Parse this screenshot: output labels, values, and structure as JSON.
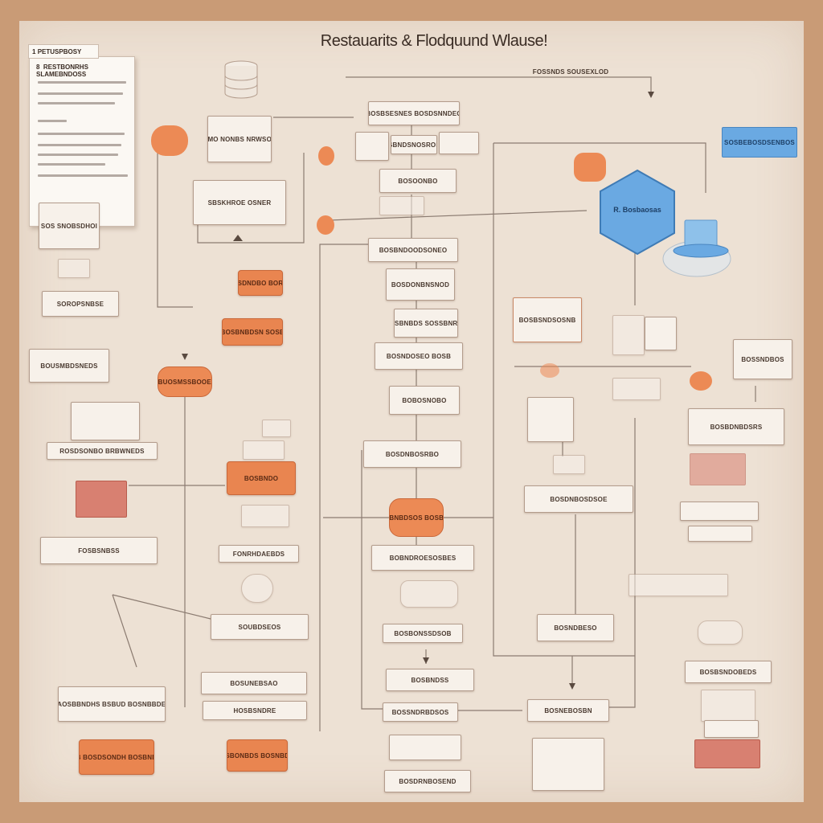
{
  "title": "Restauarits & Flodquund Wlause!",
  "legend": {
    "tab_number": "1",
    "tab_label": "PETUSPBOSY",
    "heading_number": "8",
    "heading_label": "RESTBONRHS SLAMEBNDOSS"
  },
  "nodes": {
    "top_header": "FOSSNDS SOUSEXLOD",
    "n1": "BMO NONBS NRWSOS",
    "n2": "SBSKHROE OSNER",
    "n3": "SOS SNOBSDHOI",
    "n4": "BOSDNDBO BOROD",
    "n5": "SOROPSNBSE",
    "n6": "BOSBNBDSN SOSE",
    "n7": "BOUSMBDSNEDS",
    "n8": "SBUOSMSSBOOER",
    "n9": "ROSDSONBO BRBWNEDS",
    "n10": "BOSBNDO",
    "n11": "FOSBSNBSS",
    "n12": "FONRHDAEBDS",
    "n13": "SOUBDSEOS",
    "n14": "BOSUNEBSAO",
    "n15": "SAOSBBNDHS BSBUD BOSNBBDER",
    "n16": "HOSBSNDRE",
    "n17": "BOSB BOSDSONDH BOSBNDSOB",
    "n18": "BOSBONBDS BOSNBDSO",
    "n19": "BOSBSESNES BOSDSNNDEO",
    "n20": "BOSBNDSNOSROEDS",
    "n21": "BOSOONBO",
    "n22": "BOSBNDOODSONEO",
    "n23": "BOSDONBNSNOD",
    "n24": "BOSBNBDS SOSSBNRSO",
    "n25": "BOSNDOSEO BOSB",
    "n26": "BOBOSNOBO",
    "n27": "BOSDNBOSRBO",
    "n28": "BOSBNBDSOS BOSBNDE",
    "n29": "BOBNDROESOSBES",
    "n30": "BOSBONSSDSOB",
    "n31": "BOSBNDSS",
    "n32": "BOSSNDRBDSOS",
    "n33": "BOSDRNBOSEND",
    "n34": "BOSBSNDSOSNB",
    "n35": "BOSSNDBOS",
    "n36": "BOSBDNBDSRS",
    "n37": "BOSDNBOSDSOE",
    "n38": "BOSNDBESO",
    "n39": "BOSBSNDOBEDS",
    "n40": "BOSNEBOSBN",
    "hex_label": "R. Bosbaosas",
    "blue_box": "SOSBEBOSDSENBOS"
  }
}
